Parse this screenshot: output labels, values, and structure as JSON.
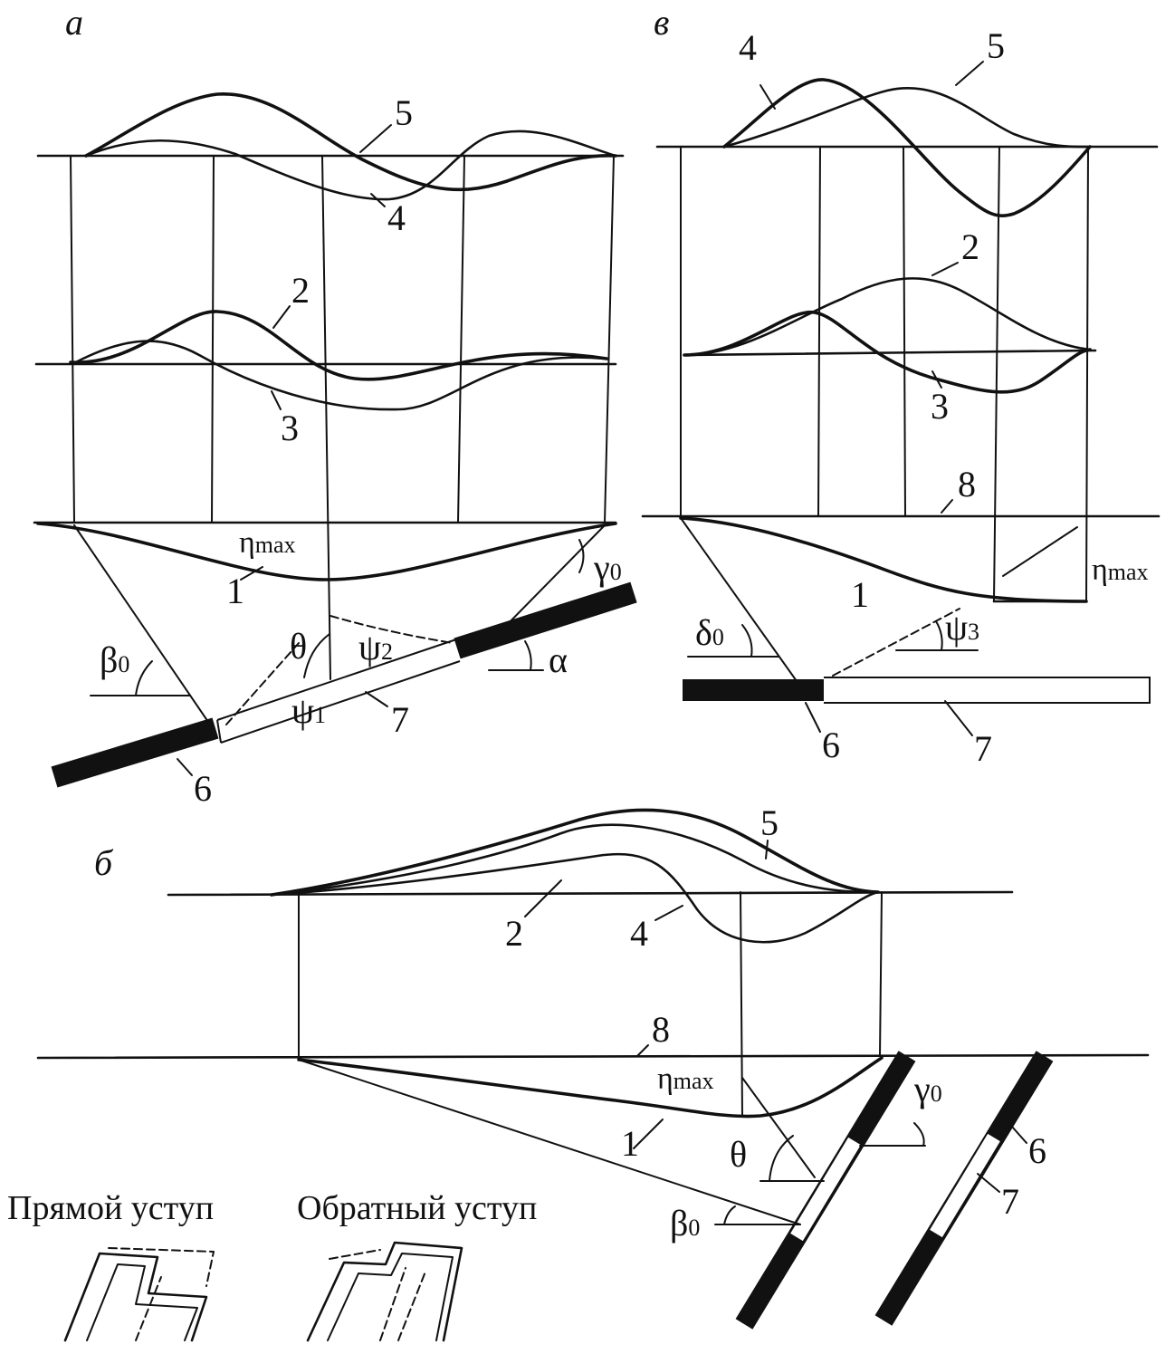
{
  "panels": {
    "a": "а",
    "b": "б",
    "v": "в"
  },
  "curve_labels": {
    "one": "1",
    "two": "2",
    "three": "3",
    "four": "4",
    "five": "5",
    "six": "6",
    "seven": "7",
    "eight": "8"
  },
  "symbols": {
    "eta": "η",
    "max": "max",
    "theta": "θ",
    "psi": "ψ",
    "psi1_sub": "1",
    "psi2_sub": "2",
    "psi3_sub": "3",
    "alpha": "α",
    "beta": "β",
    "gamma": "γ",
    "delta": "δ",
    "zero_sub": "0"
  },
  "legend": {
    "direct_step": "Прямой уступ",
    "reverse_step": "Обратный уступ"
  }
}
